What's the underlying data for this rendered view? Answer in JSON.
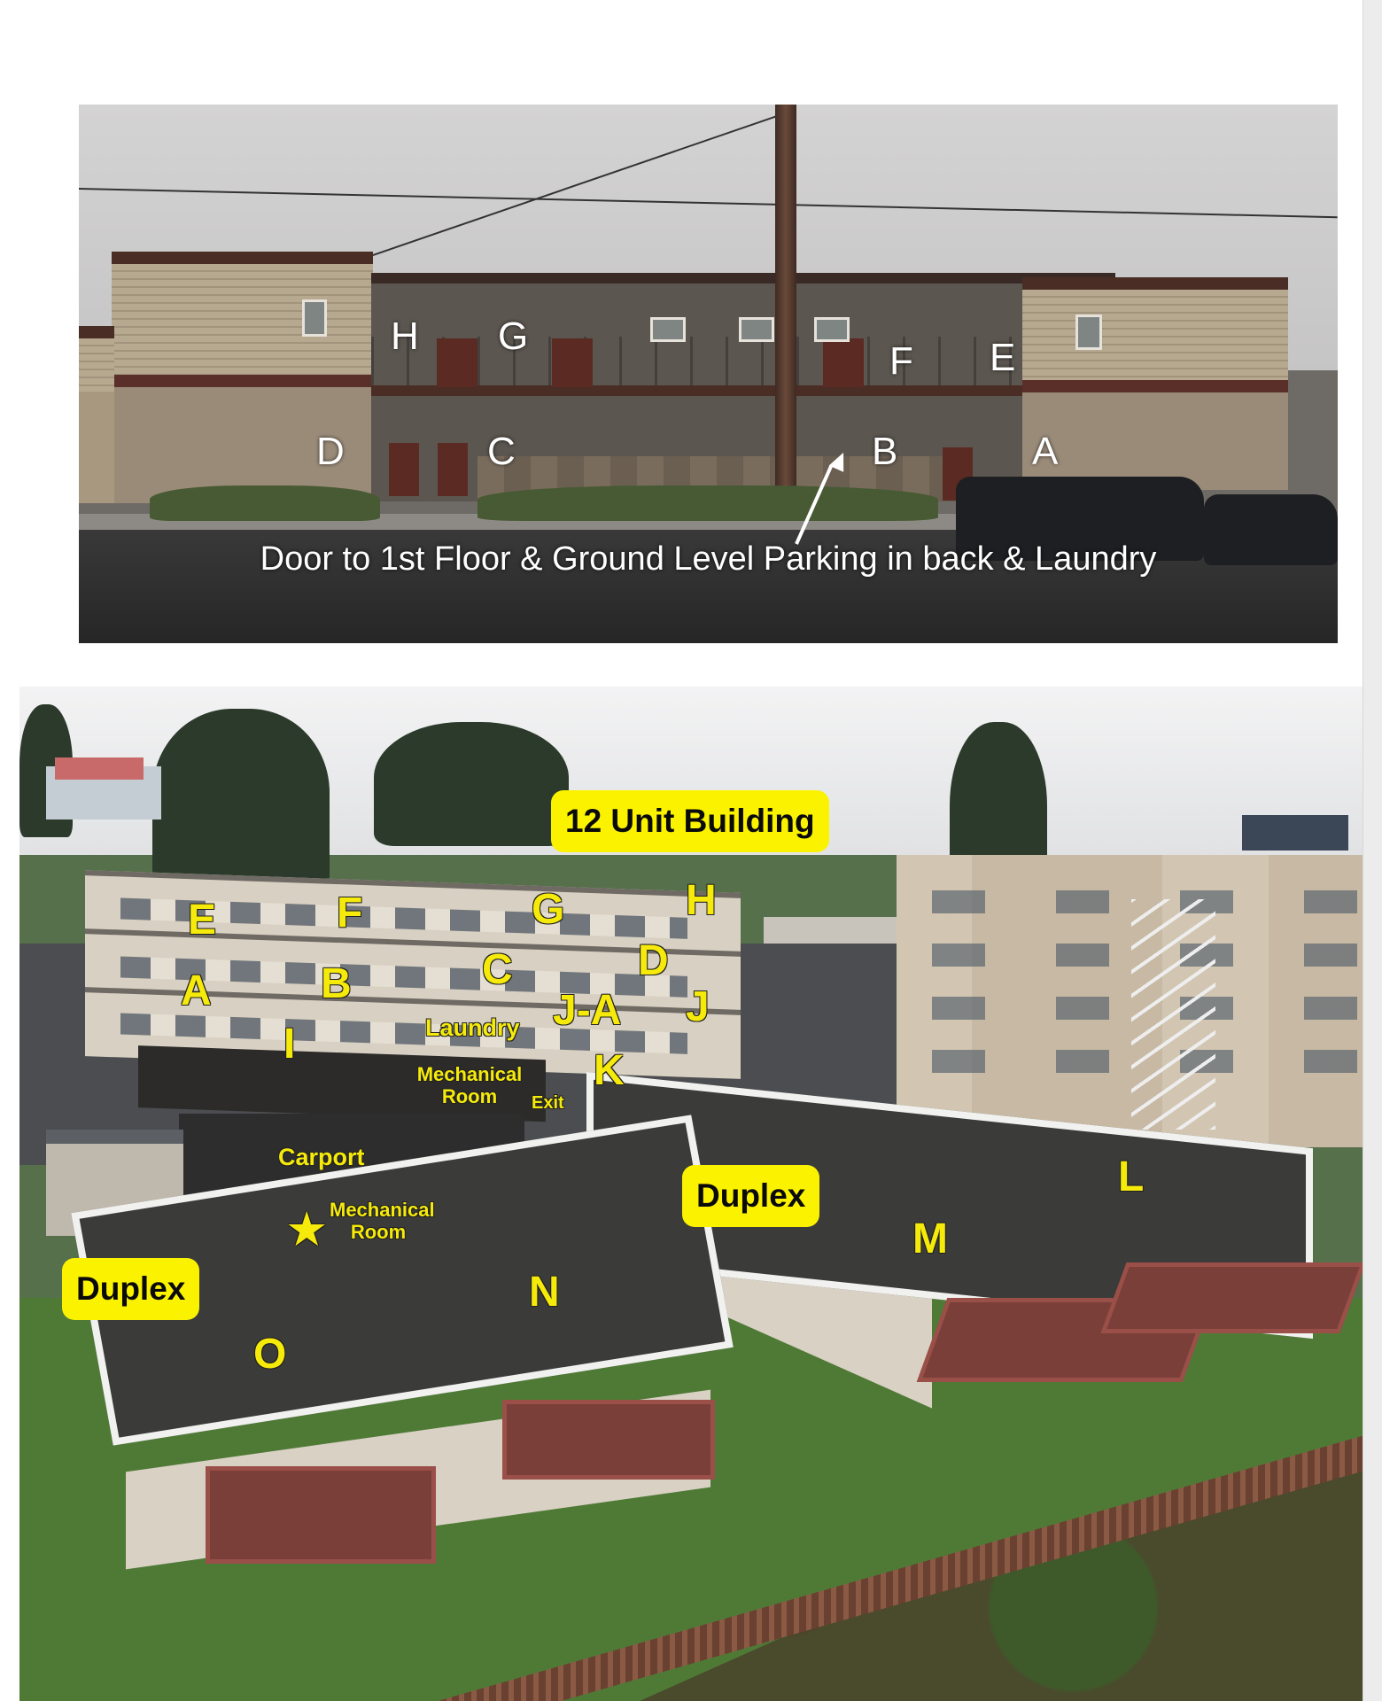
{
  "top_photo": {
    "unit_labels": [
      "H",
      "G",
      "F",
      "E",
      "D",
      "C",
      "B",
      "A"
    ],
    "caption": "Door to 1st Floor & Ground Level Parking in back & Laundry"
  },
  "aerial_photo": {
    "title_tag": "12 Unit Building",
    "building_units": [
      "E",
      "F",
      "G",
      "H",
      "A",
      "B",
      "C",
      "D",
      "J-A",
      "J",
      "I",
      "K"
    ],
    "areas": {
      "laundry": "Laundry",
      "mechanical_room": "Mechanical Room",
      "exit": "Exit",
      "carport": "Carport",
      "mechanical_room_2": "Mechanical Room"
    },
    "duplex_right": {
      "tag": "Duplex",
      "units": [
        "M",
        "L"
      ]
    },
    "duplex_left": {
      "tag": "Duplex",
      "units": [
        "O",
        "N"
      ]
    },
    "star_symbol": "★"
  }
}
